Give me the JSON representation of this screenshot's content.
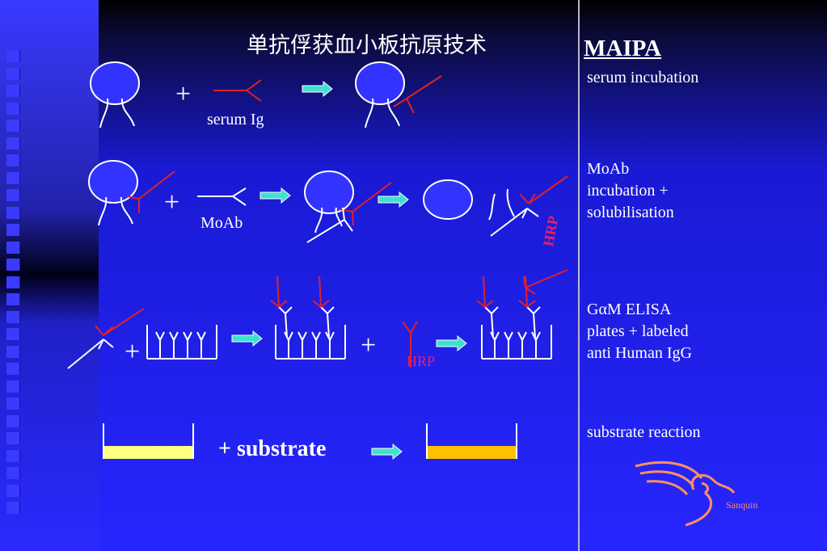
{
  "title": "单抗俘获血小板抗原技术",
  "sidebar": {
    "heading": "MAIPA",
    "step1": "serum incubation",
    "step2": [
      "MoAb",
      "incubation +",
      "solubilisation"
    ],
    "step3": [
      "GαM ELISA",
      "plates + labeled",
      "anti Human IgG"
    ],
    "step4": "substrate reaction"
  },
  "labels": {
    "serum_ig": "serum Ig",
    "moab": "MoAb",
    "hrp": "HRP",
    "substrate": "+ substrate",
    "plus": "+"
  },
  "logo": {
    "text": "Sanquin"
  },
  "colors": {
    "cell": "#3333ff",
    "antibody_red": "#e0202a",
    "arrow": "#3fe0d0",
    "yellow": "#ffff80",
    "orange": "#ffc000"
  }
}
